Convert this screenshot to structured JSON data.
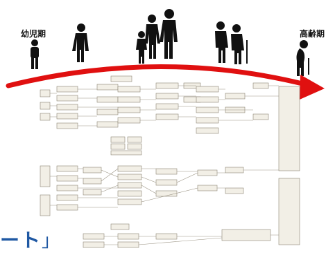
{
  "stages": {
    "left": "幼児期",
    "right": "高齢期"
  },
  "title_fragment": {
    "text": "ート",
    "bracket": "」"
  },
  "colors": {
    "arc": "#e01010",
    "box_fill": "#f2efe6",
    "box_stroke": "#8a8373",
    "title": "#1f58a3"
  },
  "icons": [
    "child-silhouette-icon",
    "youth-silhouette-icon",
    "family-silhouette-icon",
    "elderly-couple-icon",
    "elderly-cane-icon"
  ]
}
